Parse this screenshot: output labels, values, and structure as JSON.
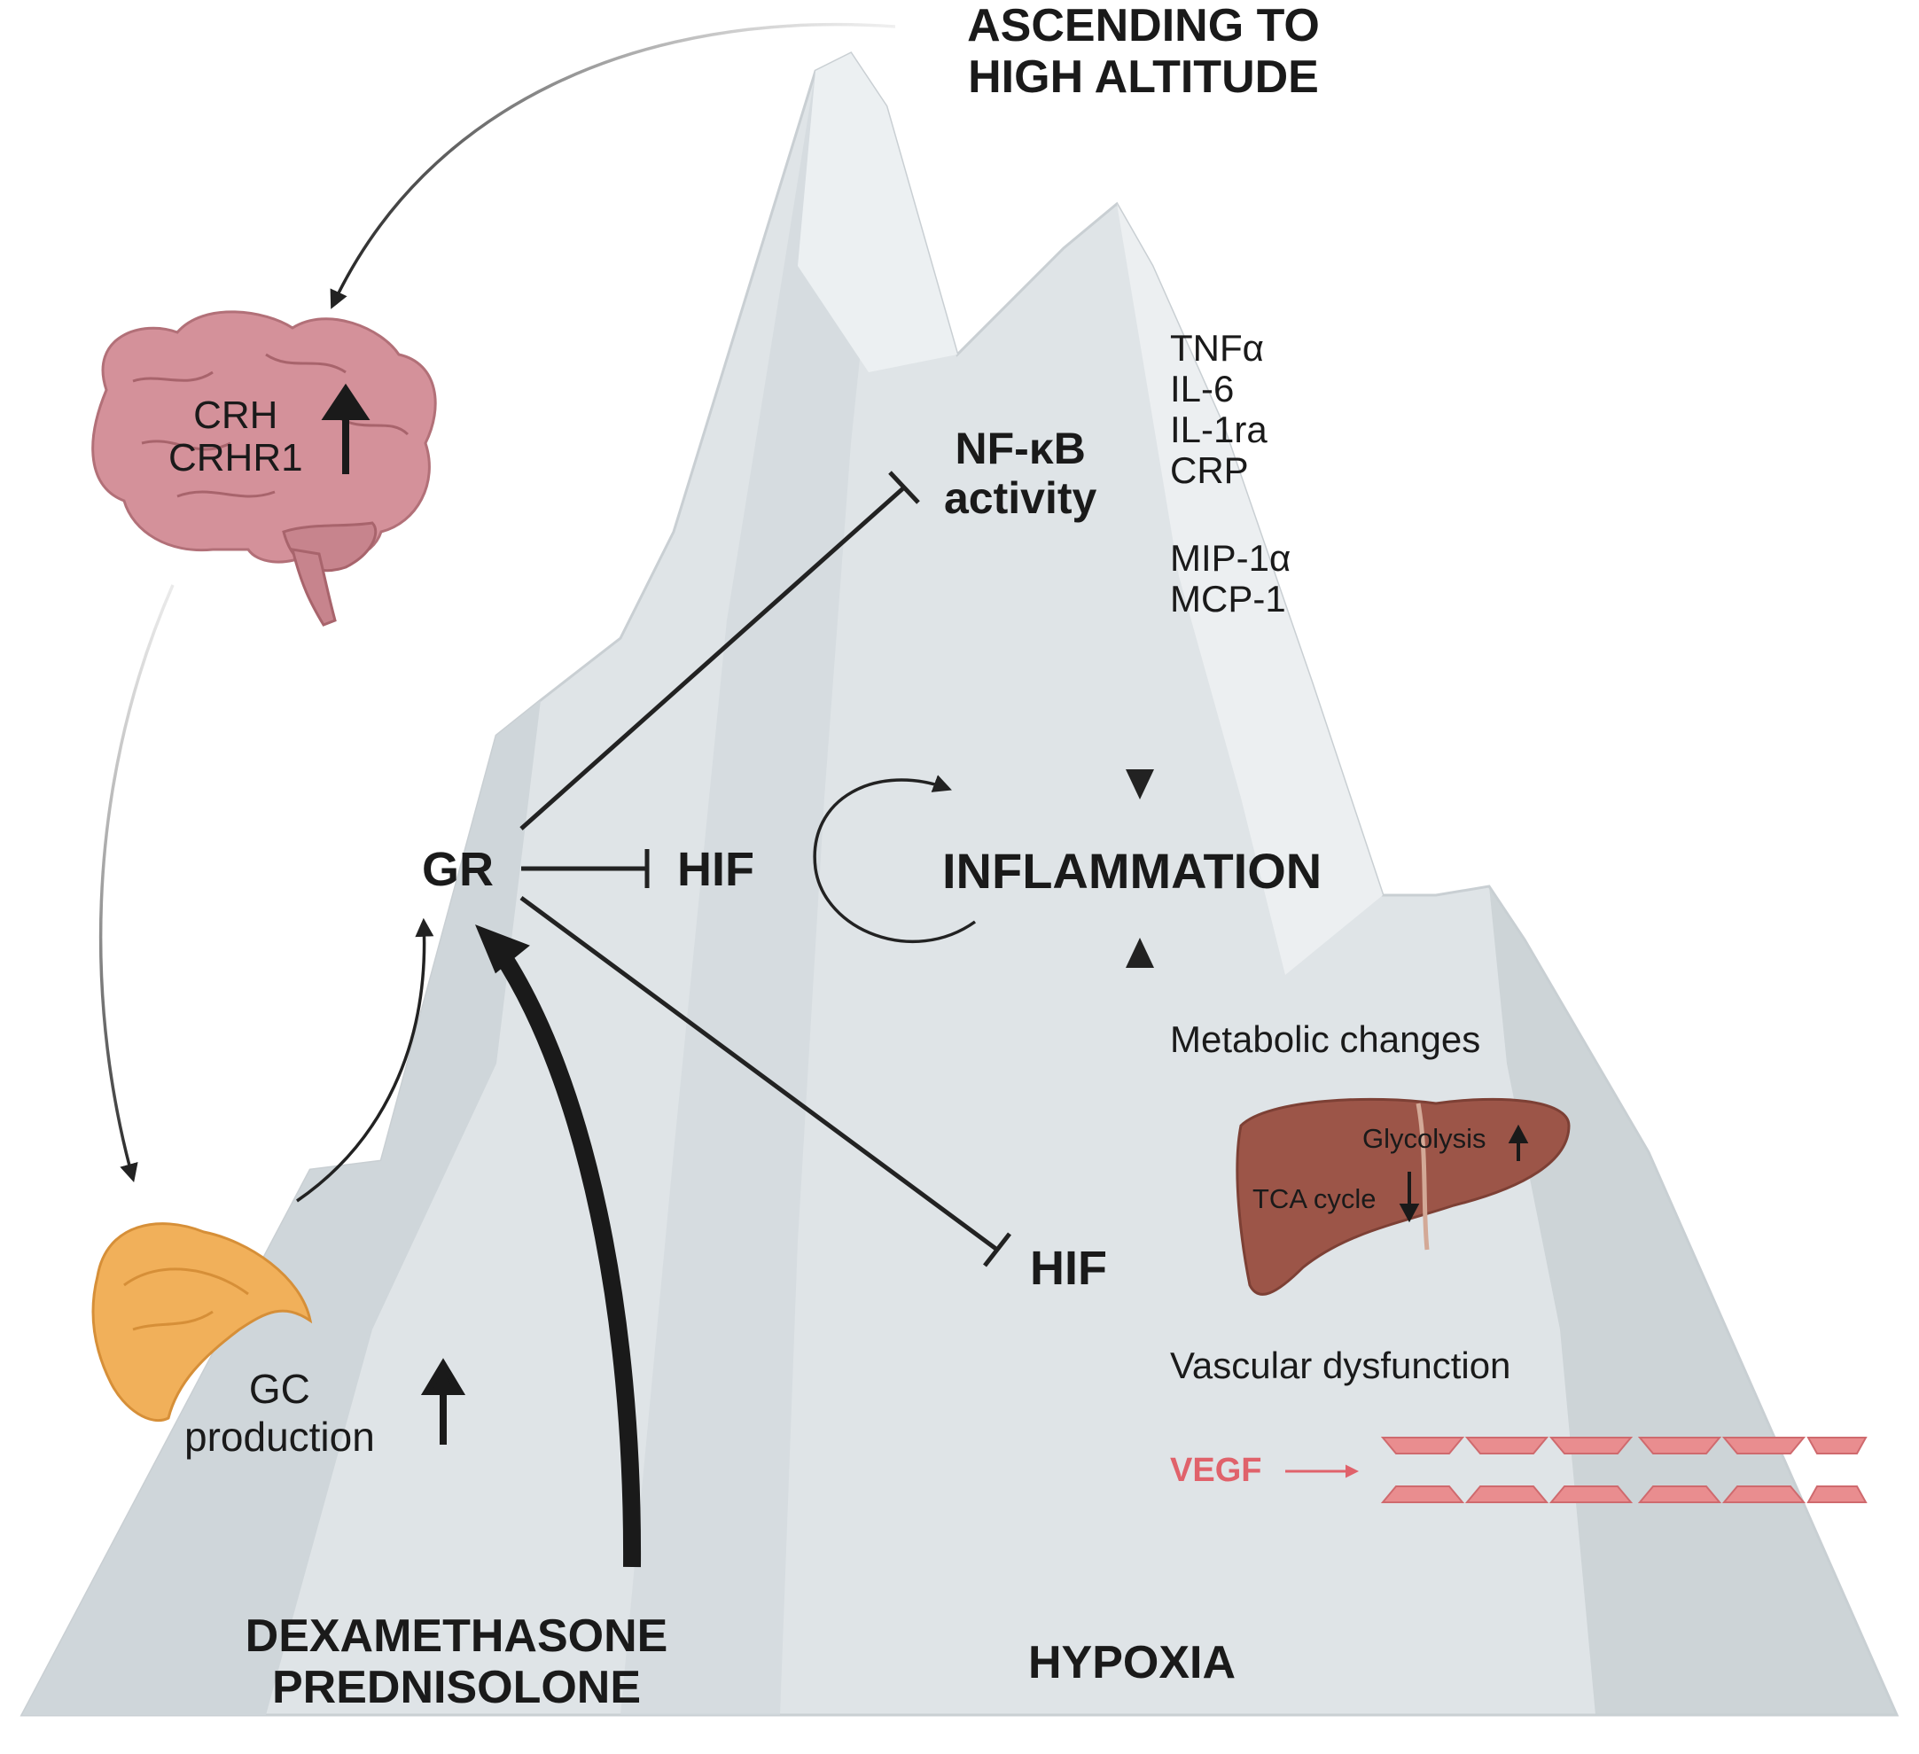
{
  "title": {
    "line1": "ASCENDING TO",
    "line2": "HIGH ALTITUDE"
  },
  "brain": {
    "label1": "CRH",
    "label2": "CRHR1"
  },
  "nfkb": {
    "line1": "NF-κB",
    "line2": "activity"
  },
  "cytokines": [
    "TNFα",
    "IL-6",
    "IL-1ra",
    "CRP"
  ],
  "chemokines": [
    "MIP-1α",
    "MCP-1"
  ],
  "gr": "GR",
  "hif_top": "HIF",
  "hif_bottom": "HIF",
  "inflammation": "INFLAMMATION",
  "metabolic": "Metabolic changes",
  "liver": {
    "glycolysis": "Glycolysis",
    "tca": "TCA cycle"
  },
  "vascular": "Vascular dysfunction",
  "vegf": "VEGF",
  "gc": {
    "line1": "GC",
    "line2": "production"
  },
  "drugs": {
    "line1": "DEXAMETHASONE",
    "line2": "PREDNISOLONE"
  },
  "hypoxia": "HYPOXIA",
  "colors": {
    "mountain_light": "#e6eaec",
    "mountain_mid": "#d3d9dc",
    "mountain_dark": "#c4cbcf",
    "brain": "#d4919a",
    "adrenal": "#f1b05a",
    "liver": "#9c5548",
    "cell": "#e98d8f",
    "vegf": "#e0626b"
  }
}
